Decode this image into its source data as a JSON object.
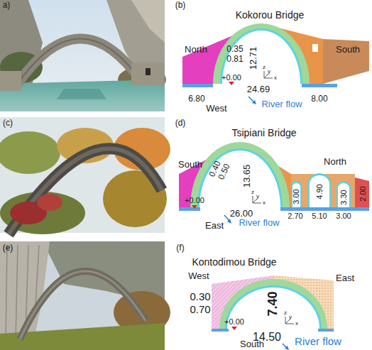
{
  "diagram": {
    "labels": [
      "a)",
      "(b)",
      "Kokorou Bridge",
      "North",
      "0.35",
      "0.81",
      "12.71",
      "+0.00",
      "24.69",
      "6.80",
      "8.00",
      "West",
      "River flow",
      "South",
      "z",
      "y",
      "x",
      "(c)",
      "(d)",
      "Tsipiani Bridge",
      "South",
      "0.40",
      "0.50",
      "13.65",
      "+0.00",
      "26.00",
      "East",
      "River flow",
      "North",
      "3.00",
      "4.90",
      "3.30",
      "2.00",
      "2.70",
      "5.10",
      "3.00",
      "z",
      "y",
      "x",
      "(e)",
      "(f)",
      "Kontodimou Bridge",
      "West",
      "East",
      "0.30",
      "0.70",
      "7.40",
      "+0.00",
      "14.50",
      "South",
      "River flow",
      "z",
      "y",
      "x"
    ]
  }
}
